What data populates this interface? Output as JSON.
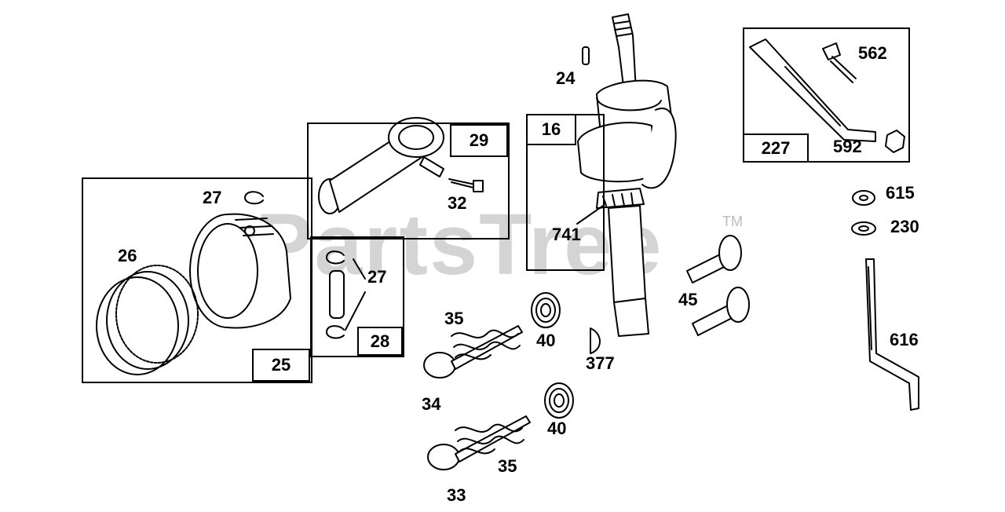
{
  "watermark": {
    "brand": "PartsTree",
    "tm": "TM"
  },
  "boxes": {
    "piston_group": "25",
    "rod_group": "29",
    "pin_group": "28",
    "crank_group": "16",
    "governor_group": "227"
  },
  "callouts": {
    "p24": "24",
    "p27a": "27",
    "p27b": "27",
    "p26": "26",
    "p32": "32",
    "p741": "741",
    "p562": "562",
    "p592": "592",
    "p615": "615",
    "p230": "230",
    "p616": "616",
    "p45": "45",
    "p35a": "35",
    "p35b": "35",
    "p40a": "40",
    "p40b": "40",
    "p34": "34",
    "p33": "33",
    "p377": "377"
  }
}
